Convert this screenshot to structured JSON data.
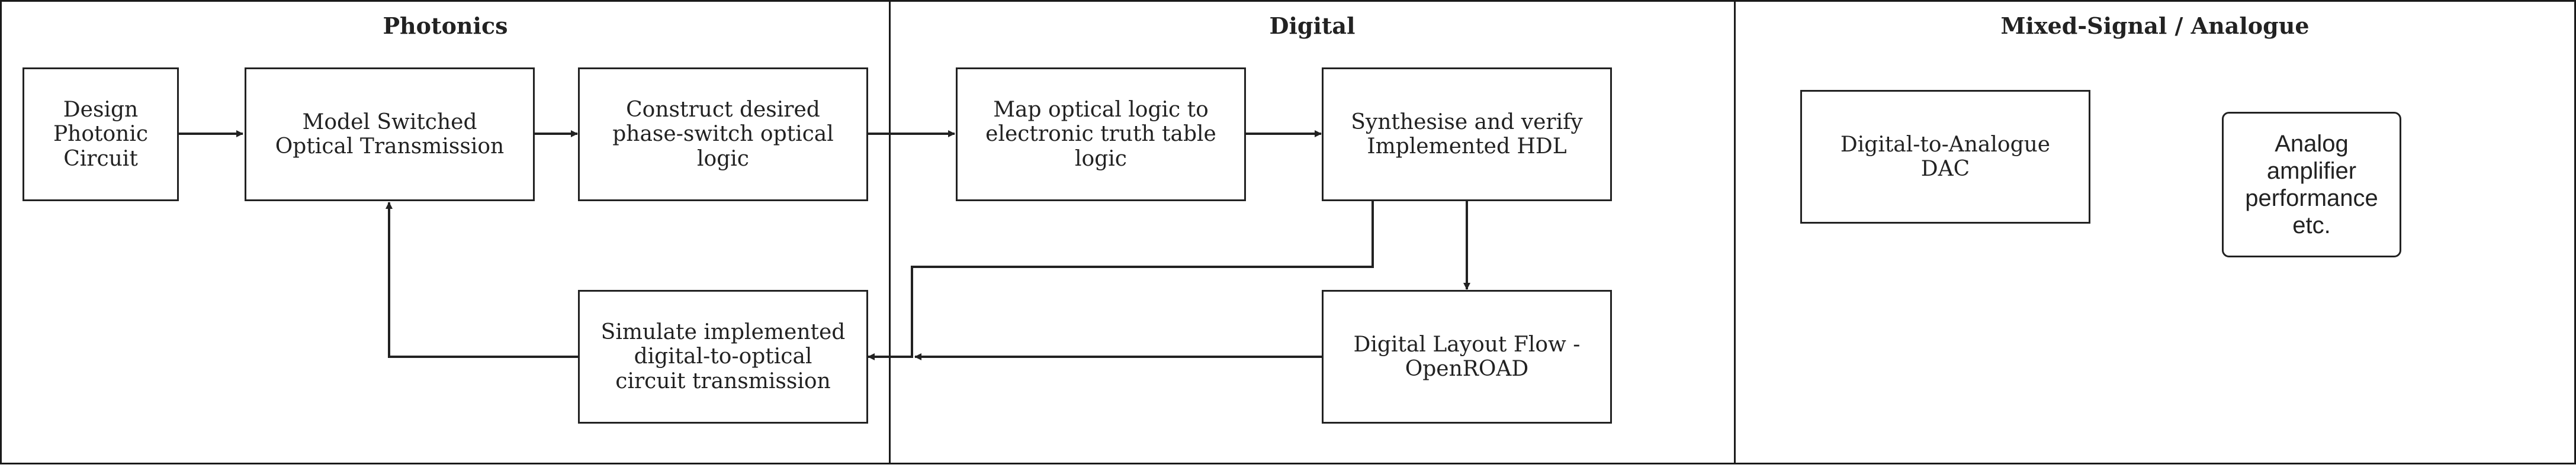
{
  "lanes": {
    "photonics": "Photonics",
    "digital": "Digital",
    "mixed": "Mixed-Signal / Analogue"
  },
  "nodes": {
    "design_photonic": "Design\nPhotonic\nCircuit",
    "model_switched": "Model Switched\nOptical Transmission",
    "construct_phase": "Construct desired\nphase-switch optical\nlogic",
    "map_optical": "Map optical logic to\nelectronic truth table\nlogic",
    "synthesise_hdl": "Synthesise and verify\nImplemented HDL",
    "simulate_impl": "Simulate implemented\ndigital-to-optical\ncircuit transmission",
    "layout_flow": "Digital Layout Flow -\nOpenROAD",
    "dac": "Digital-to-Analogue\nDAC",
    "analog_amp": "Analog\namplifier\nperformance\netc."
  },
  "colors": {
    "stroke": "#222222",
    "background": "#ffffff"
  }
}
